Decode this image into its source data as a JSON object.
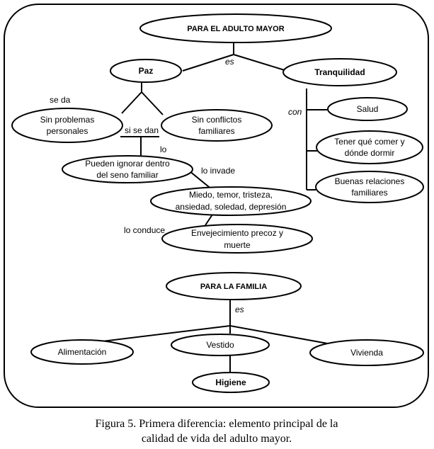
{
  "nodes": {
    "root_adult": "Para el adulto mayor",
    "paz": "Paz",
    "tranquilidad": "Tranquilidad",
    "sin_problemas_1": "Sin problemas",
    "sin_problemas_2": "personales",
    "sin_conflictos_1": "Sin conflictos",
    "sin_conflictos_2": "familiares",
    "pueden_1": "Pueden ignorar dentro",
    "pueden_2": "del seno familiar",
    "miedo_1": "Miedo, temor, tristeza,",
    "miedo_2": "ansiedad, soledad,  depresión",
    "envejecimiento_1": "Envejecimiento precoz y",
    "envejecimiento_2": "muerte",
    "salud": "Salud",
    "tener_1": "Tener qué comer y",
    "tener_2": "dónde dormir",
    "buenas_1": "Buenas relaciones",
    "buenas_2": "familiares",
    "root_family": "Para la familia",
    "alimentacion": "Alimentación",
    "vestido": "Vestido",
    "vivienda": "Vivienda",
    "higiene": "Higiene"
  },
  "links": {
    "es_top": "es",
    "se_da": "se da",
    "si_se_dan": "si se dan",
    "lo": "lo",
    "lo_invade": "lo invade",
    "lo_conduce": "lo conduce",
    "con": "con",
    "es_bottom": "es"
  },
  "caption": {
    "line1": "Figura 5. Primera diferencia: elemento principal de la",
    "line2": "calidad de vida del adulto mayor."
  }
}
